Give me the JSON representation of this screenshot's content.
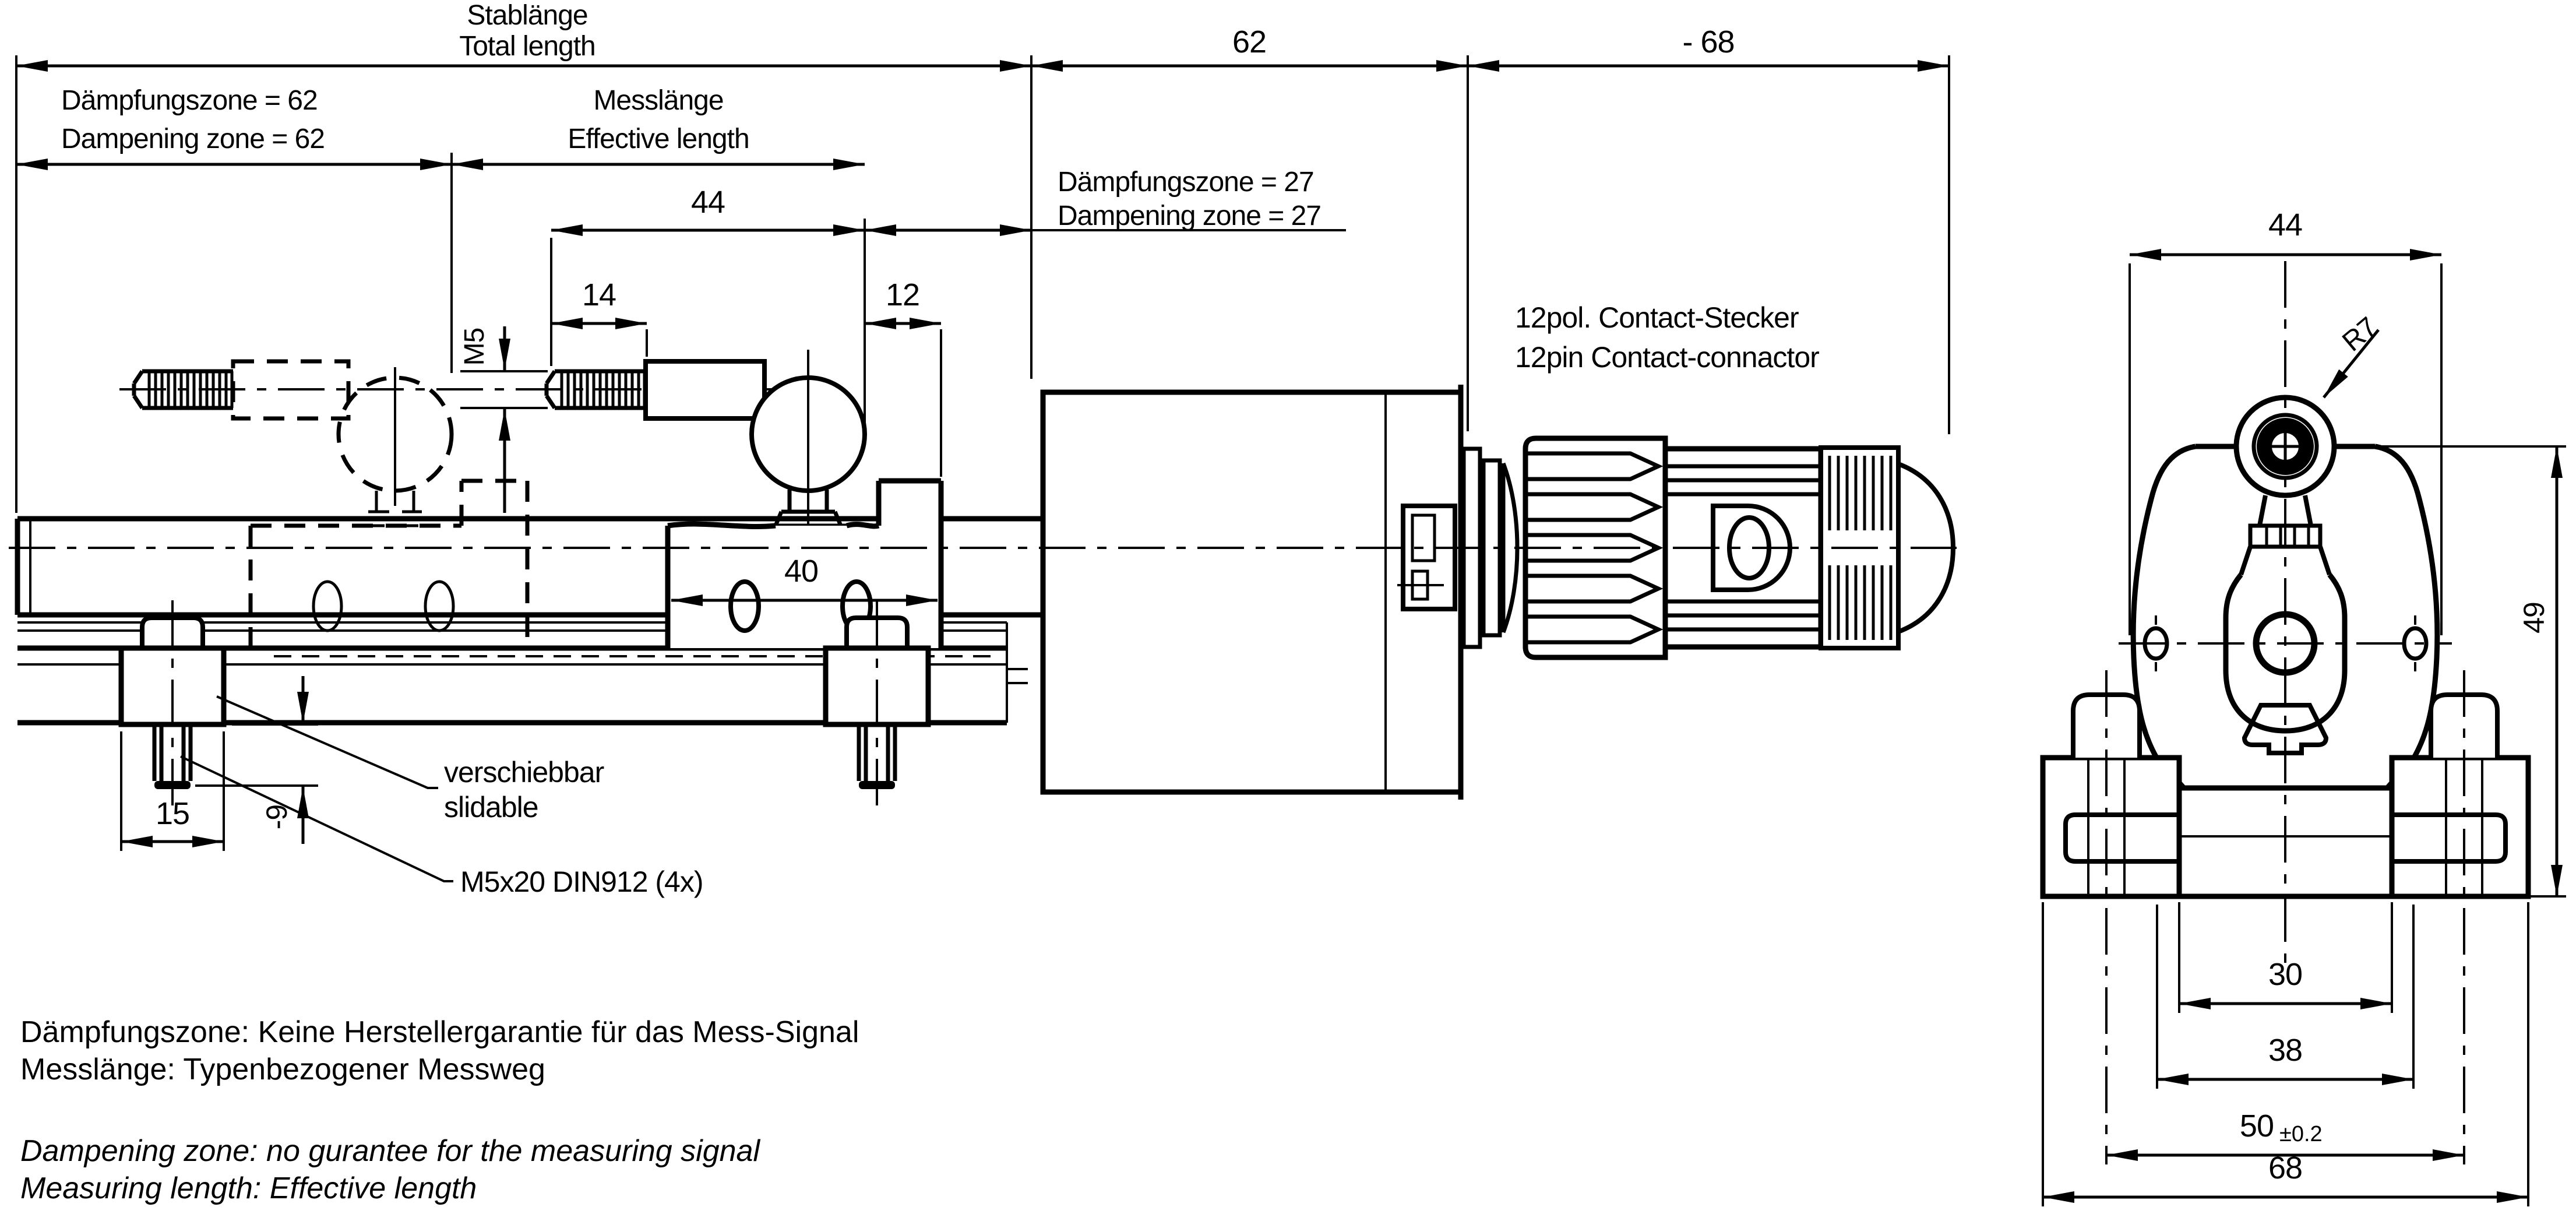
{
  "main_view": {
    "dims": {
      "total_length_de": "Stablänge",
      "total_length_en": "Total length",
      "damp_zone62_de": "Dämpfungszone = 62",
      "damp_zone62_en": "Dampening zone = 62",
      "meas_length_de": "Messlänge",
      "meas_length_en": "Effective length",
      "dim_44": "44",
      "dim_14": "14",
      "dim_12": "12",
      "dim_40": "40",
      "dim_62": "62",
      "dim_minus_68": "- 68",
      "damp_zone27_de": "Dämpfungszone = 27",
      "damp_zone27_en": "Dampening zone = 27",
      "thread_label": "M5",
      "dim_15": "15",
      "dim_minus_9": "-9",
      "connector_label_de": "12pol. Contact-Stecker",
      "connector_label_en": "12pin Contact-connactor",
      "slidable_de": "verschiebbar",
      "slidable_en": "slidable",
      "screw_spec": "M5x20 DIN912 (4x)"
    }
  },
  "end_view": {
    "dims": {
      "dim_44": "44",
      "radius_label": "R7",
      "dim_49": "49",
      "dim_30": "30",
      "dim_38": "38",
      "dim_50_main": "50",
      "dim_50_tol": "±0.2",
      "dim_68": "68"
    }
  },
  "notes": {
    "de_line1": "Dämpfungszone: Keine Herstellergarantie für das Mess-Signal",
    "de_line2": "Messlänge: Typenbezogener Messweg",
    "en_line1": "Dampening zone: no gurantee for the measuring signal",
    "en_line2": "Measuring length: Effective length"
  },
  "colors": {
    "line": "#000000",
    "background": "#ffffff"
  }
}
